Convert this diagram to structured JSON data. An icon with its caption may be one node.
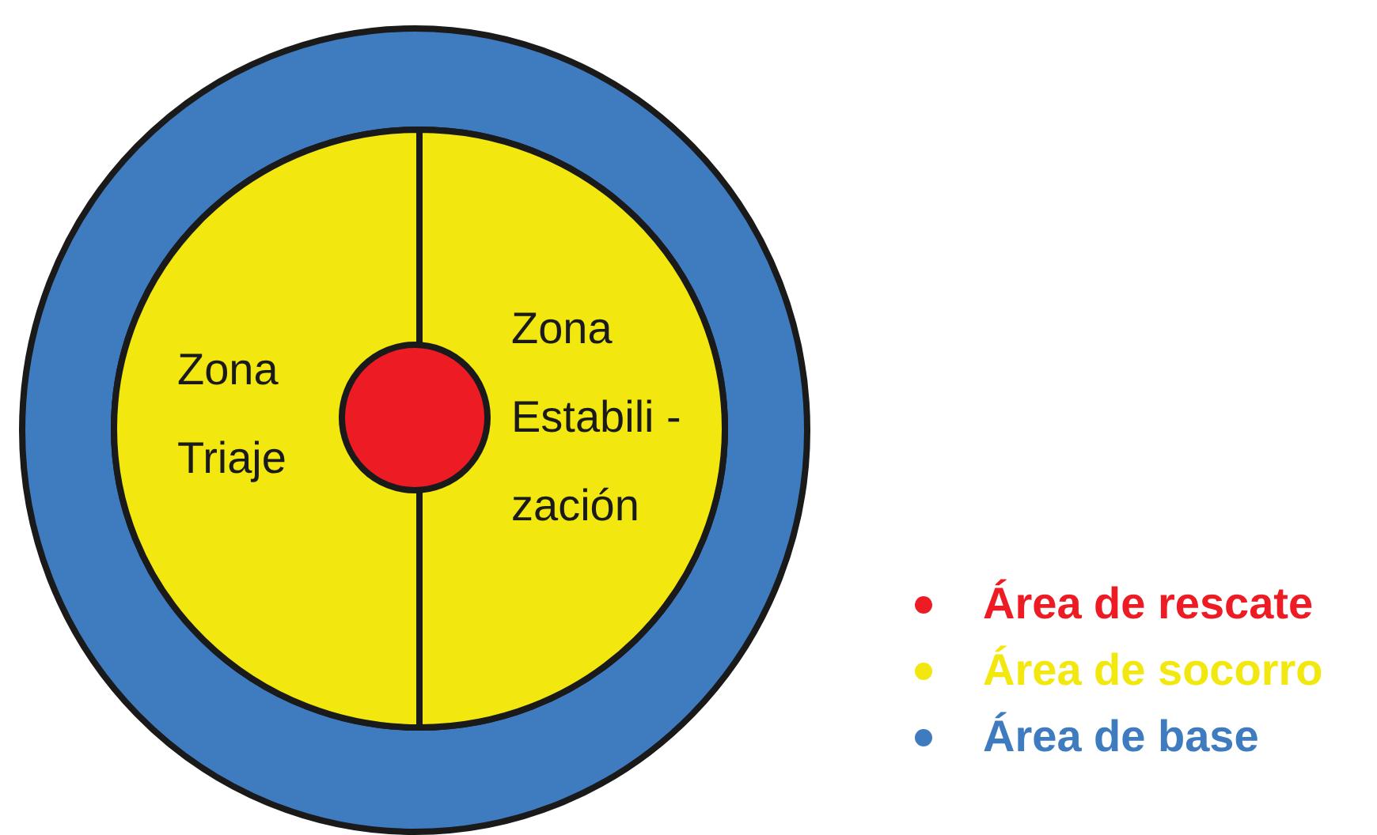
{
  "diagram": {
    "nodes": [
      {
        "text": [],
        "shape": "circle"
      },
      {
        "text": [],
        "shape": "circle",
        "in": 0
      },
      {
        "text": [
          "Zona Triaje"
        ],
        "in": 1
      },
      {
        "text": [
          "Zona Estabili -zación"
        ],
        "in": 1
      },
      {
        "text": [],
        "shape": "circle",
        "in": 1
      }
    ],
    "edges": [],
    "legend": [
      {
        "text": "Área de rescate",
        "color": "#ed1c24"
      },
      {
        "text": "Área de socorro",
        "color": "#f2e80f"
      },
      {
        "text": "Área de base",
        "color": "#3f7bbf"
      }
    ]
  }
}
